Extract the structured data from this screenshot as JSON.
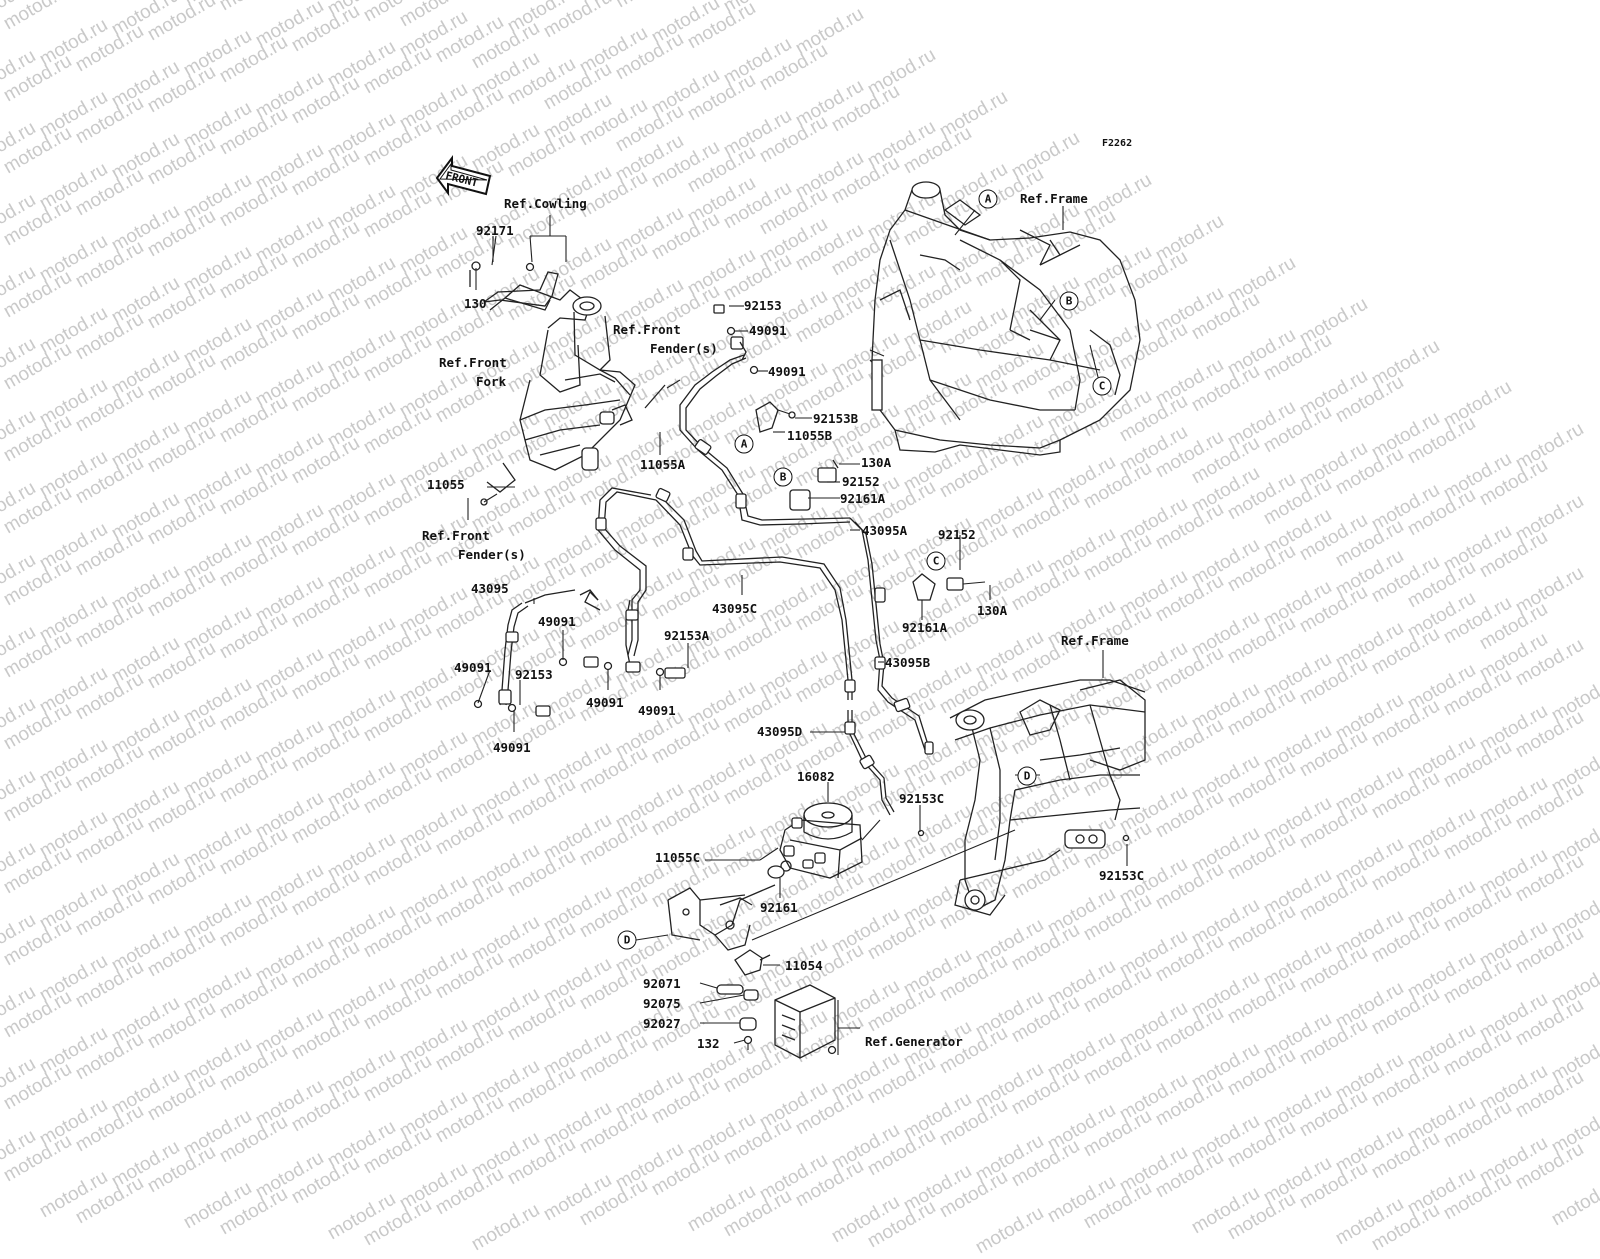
{
  "diagram_code": "F2262",
  "front_arrow": "FRONT",
  "watermark_text": "motod.ru",
  "refs": {
    "cowling": "Ref.Cowling",
    "front_fork_1": "Ref.Front",
    "front_fork_2": "Fork",
    "front_fender_1a": "Ref.Front",
    "front_fender_1b": "Fender(s)",
    "front_fender_2a": "Ref.Front",
    "front_fender_2b": "Fender(s)",
    "frame_top": "Ref.Frame",
    "frame_bottom": "Ref.Frame",
    "generator": "Ref.Generator"
  },
  "parts": {
    "p92171": "92171",
    "p130": "130",
    "p92153_top": "92153",
    "p49091_a": "49091",
    "p49091_b": "49091",
    "p92153B": "92153B",
    "p11055B": "11055B",
    "p11055A": "11055A",
    "p11055": "11055",
    "p130A_1": "130A",
    "p92152_1": "92152",
    "p92161A_1": "92161A",
    "p43095A": "43095A",
    "p92152_2": "92152",
    "p92161A_2": "92161A",
    "p130A_2": "130A",
    "p43095": "43095",
    "p49091_c": "49091",
    "p43095C": "43095C",
    "p92153A": "92153A",
    "p49091_d": "49091",
    "p92153_left": "92153",
    "p49091_e": "49091",
    "p49091_f": "49091",
    "p49091_g": "49091",
    "p43095B": "43095B",
    "p43095D": "43095D",
    "p16082": "16082",
    "p92153C_1": "92153C",
    "p92153C_2": "92153C",
    "p11055C": "11055C",
    "p92161": "92161",
    "p11054": "11054",
    "p92071": "92071",
    "p92075": "92075",
    "p92027": "92027",
    "p132": "132"
  },
  "callouts": {
    "A": "A",
    "B": "B",
    "C": "C",
    "D": "D"
  }
}
